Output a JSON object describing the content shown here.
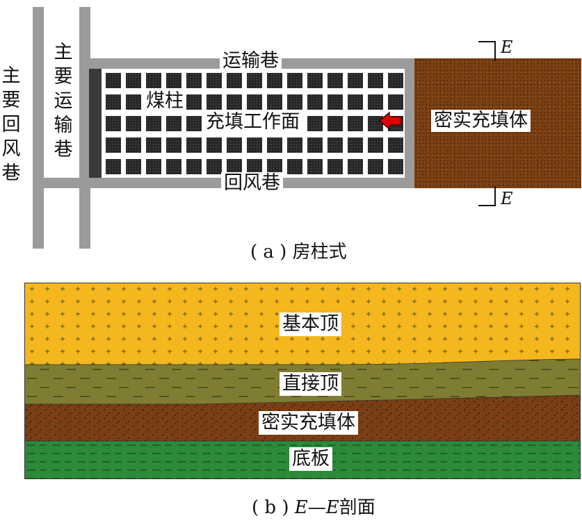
{
  "plan": {
    "main_return_airway": "主要回风巷",
    "main_haulage_roadway": "主要运输巷",
    "haulage_roadway": "运输巷",
    "return_airway": "回风巷",
    "coal_pillar": "煤柱",
    "filling_face": "充填工作面",
    "dense_backfill": "密实充填体",
    "section_mark": "E",
    "caption": "( a ) 房柱式",
    "colors": {
      "roadway": "#9b9b9b",
      "pillar": "#262626",
      "backfill": "#7a3f12",
      "arrow": "#e00000"
    }
  },
  "section": {
    "basic_roof": "基本顶",
    "immediate_roof": "直接顶",
    "dense_backfill": "密实充填体",
    "floor": "底板",
    "caption_prefix": "( b ) ",
    "caption_italic": "E—E",
    "caption_suffix": "剖面",
    "colors": {
      "basic_roof": "#f4b71e",
      "immediate_roof": "#7f7d31",
      "backfill": "#7b3e14",
      "floor": "#2c8a3a"
    }
  }
}
